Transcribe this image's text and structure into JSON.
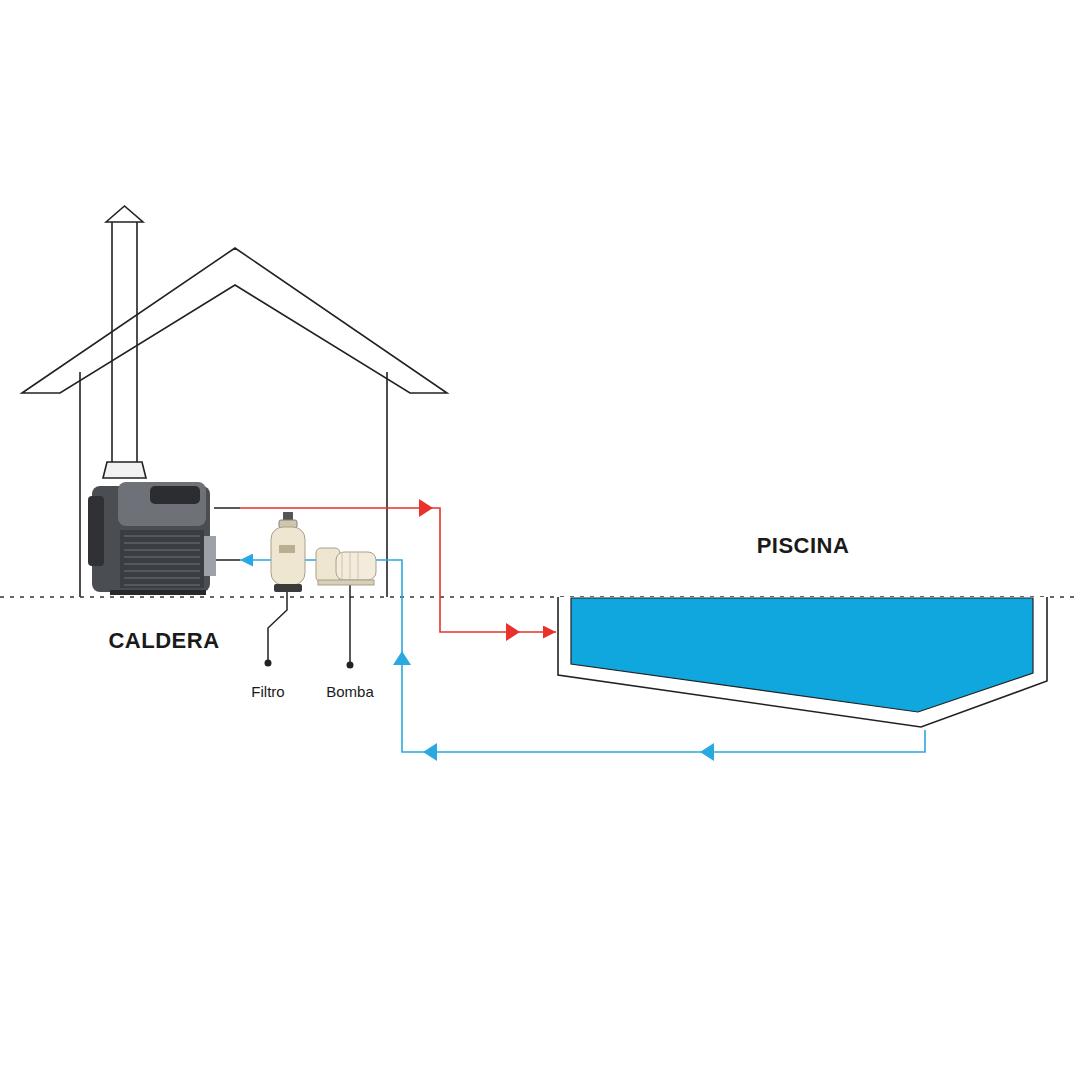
{
  "diagram": {
    "nodes": [
      {
        "text": [
          "CALDERA"
        ]
      },
      {
        "text": [
          "PISCINA"
        ]
      }
    ],
    "edges": [
      {
        "from": 0,
        "to": 1,
        "arrow": "to"
      },
      {
        "from": 1,
        "to": 0,
        "arrow": "to"
      }
    ],
    "labels": [
      "Filtro",
      "Bomba"
    ]
  }
}
